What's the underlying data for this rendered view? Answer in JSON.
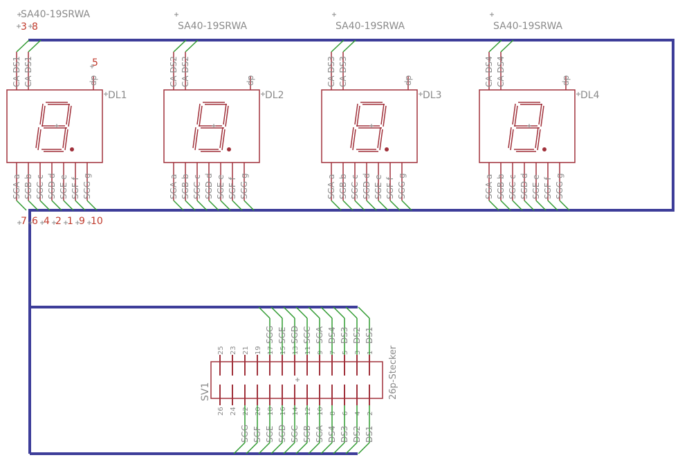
{
  "displays": [
    {
      "ref": "DL1",
      "value": "SA40-19SRWA",
      "ca_labels": [
        "CA DS1",
        "CA DS1"
      ]
    },
    {
      "ref": "DL2",
      "value": "SA40-19SRWA",
      "ca_labels": [
        "CA DS2",
        "CA DS2"
      ]
    },
    {
      "ref": "DL3",
      "value": "SA40-19SRWA",
      "ca_labels": [
        "CA DS3",
        "CA DS3"
      ]
    },
    {
      "ref": "DL4",
      "value": "SA40-19SRWA",
      "ca_labels": [
        "CA DS4",
        "CA DS4"
      ]
    }
  ],
  "display_dp_label": "dp",
  "display_seg_labels": [
    "SGA a",
    "SGB b",
    "SGC c",
    "SGD d",
    "SGE e",
    "SGF f",
    "SGG g"
  ],
  "pin_numbers": {
    "top_ca": [
      "3",
      "8"
    ],
    "dp": "5",
    "bottom": [
      "7",
      "6",
      "4",
      "2",
      "1",
      "9",
      "10"
    ]
  },
  "connector": {
    "ref": "SV1",
    "value": "26p-Stecker",
    "top_pin_numbers": [
      "25",
      "23",
      "21",
      "19",
      "17",
      "15",
      "13",
      "11",
      "9",
      "7",
      "5",
      "3",
      "1"
    ],
    "top_net_labels": [
      "",
      "",
      "SGG",
      "SGE",
      "SGD",
      "SGC",
      "SGA",
      "DS4",
      "DS3",
      "DS2",
      "DS1"
    ],
    "bottom_pin_numbers": [
      "26",
      "24",
      "22",
      "20",
      "18",
      "16",
      "14",
      "12",
      "10",
      "8",
      "6",
      "4",
      "2"
    ],
    "bottom_net_labels": [
      "",
      "",
      "SGG",
      "SGF",
      "SGE",
      "SGD",
      "SGC",
      "SGB",
      "SGA",
      "DS4",
      "DS3",
      "DS2",
      "DS1"
    ]
  },
  "colors": {
    "bus": "#3d3d99",
    "net": "#2f9a2f",
    "symbol": "#a0303a",
    "text": "#8a8a8a",
    "pin_number": "#c0392b"
  }
}
